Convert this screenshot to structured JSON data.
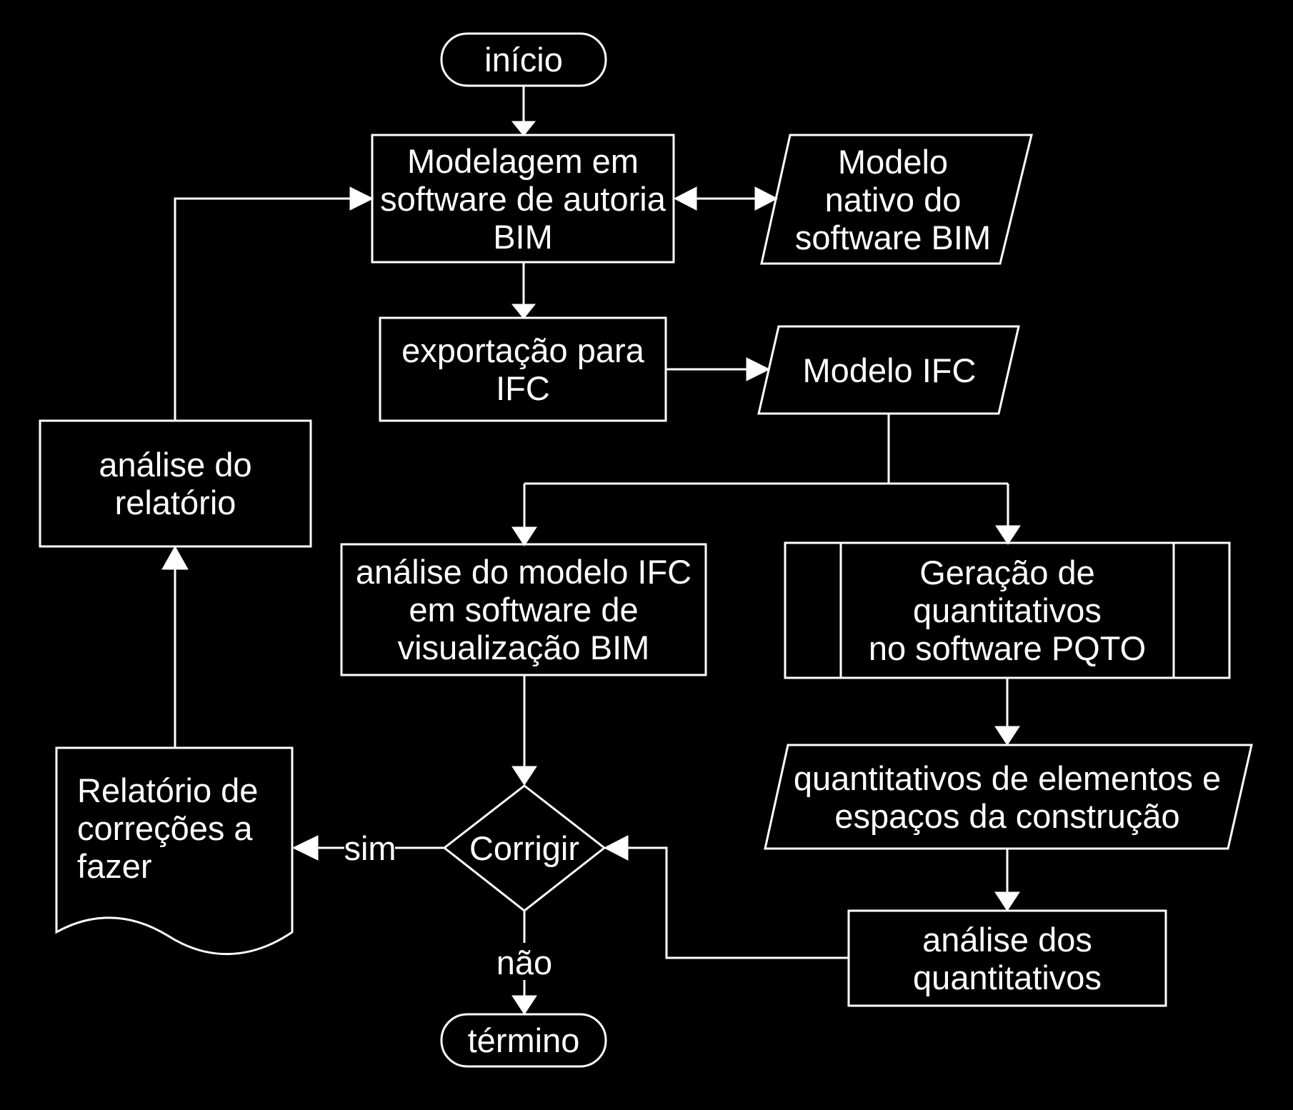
{
  "diagram": {
    "start": "início",
    "modeling": "Modelagem em\nsoftware de autoria\nBIM",
    "native_model": "Modelo\nnativo do\nsoftware BIM",
    "export": "exportação para\nIFC",
    "ifc_model": "Modelo IFC",
    "report_analysis": "análise do\nrelatório",
    "ifc_analysis": "análise do modelo IFC\nem software de\nvisualização BIM",
    "quantity_generation": "Geração de\nquantitativos\nno software PQTO",
    "quantities_output": "quantitativos de elementos e\nespaços da construção",
    "report": "Relatório de\ncorreções a\nfazer",
    "decision": "Corrigir",
    "yes": "sim",
    "no": "não",
    "quantities_analysis": "análise dos\nquantitativos",
    "end": "término"
  },
  "colors": {
    "background": "#000000",
    "foreground": "#ffffff"
  }
}
